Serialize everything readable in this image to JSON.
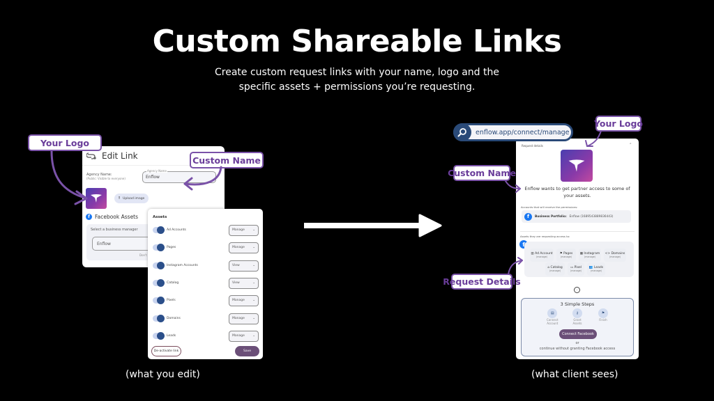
{
  "header": {
    "title": "Custom Shareable Links",
    "subtitle_line1": "Create custom request links with your name, logo and the",
    "subtitle_line2": "specific assets + permissions you’re requesting."
  },
  "callouts": {
    "left_logo": "Your Logo",
    "left_name": "Custom Name",
    "right_logo": "Your Logo",
    "right_name": "Custom Name",
    "right_details": "Request Details"
  },
  "edit_link": {
    "title": "Edit Link",
    "agency_label": "Agency Name:",
    "agency_sub": "(Public: Visible to everyone)",
    "agency_field_label": "Agency Name",
    "agency_field_value": "Enflow",
    "upload_label": "Upload image",
    "fb_section_title": "Facebook Assets",
    "bm_label": "Select a business manager",
    "bm_value": "Enflow",
    "bm_hint": "Don't see"
  },
  "assets": {
    "title": "Assets",
    "rows": [
      {
        "name": "Ad Accounts",
        "permission": "Manage",
        "enabled": true
      },
      {
        "name": "Pages",
        "permission": "Manage",
        "enabled": true
      },
      {
        "name": "Instagram Accounts",
        "permission": "View",
        "enabled": true
      },
      {
        "name": "Catalog",
        "permission": "View",
        "enabled": true
      },
      {
        "name": "Pixels",
        "permission": "Manage",
        "enabled": true
      },
      {
        "name": "Domains",
        "permission": "Manage",
        "enabled": true
      },
      {
        "name": "Leads",
        "permission": "Manage",
        "enabled": true
      }
    ],
    "deactivate_label": "De-activate link",
    "save_label": "Save"
  },
  "client": {
    "url": "enflow.app/connect/manage",
    "request_details_label": "Request details",
    "headline": "Enflow wants to get partner access to some of your assets.",
    "accounts_label": "Accounts that will receive the permissions:",
    "business_portfolio_bold": "Business Portfolio:",
    "business_portfolio_value": "Enflow (1689543889836443)",
    "assets_label": "Assets they are requesting access to:",
    "chips_row1": [
      {
        "name": "Ad Account",
        "perm": "(manage)",
        "icon": "chart-icon"
      },
      {
        "name": "Pages",
        "perm": "(manage)",
        "icon": "flag-icon"
      },
      {
        "name": "Instagram",
        "perm": "(manage)",
        "icon": "image-icon"
      },
      {
        "name": "Domains",
        "perm": "(manage)",
        "icon": "code-icon"
      }
    ],
    "chips_row2": [
      {
        "name": "Catalog",
        "perm": "(manage)",
        "icon": "shop-icon"
      },
      {
        "name": "Pixel",
        "perm": "(manage)",
        "icon": "pixel-icon"
      },
      {
        "name": "Leads",
        "perm": "(manage)",
        "icon": "people-icon"
      }
    ],
    "steps_title": "3 Simple Steps",
    "steps": [
      {
        "label1": "Connect",
        "label2": "Account"
      },
      {
        "label1": "Grant",
        "label2": "Assets"
      },
      {
        "label1": "Finish",
        "label2": ""
      }
    ],
    "connect_button": "Connect Facebook",
    "or_text": "or",
    "continue_text": "continue without granting Facebook access"
  },
  "captions": {
    "left": "(what you edit)",
    "right": "(what client sees)"
  },
  "colors": {
    "background": "#000000",
    "callout_border": "#7a52a8",
    "callout_text": "#6a3d9a",
    "primary_button": "#6b4f78",
    "toggle_knob": "#2b4f8a",
    "url_border": "#2a4a78",
    "facebook": "#1877f2"
  }
}
